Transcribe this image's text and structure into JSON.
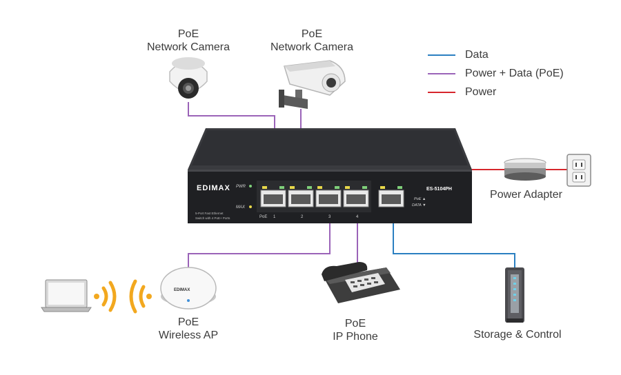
{
  "legend": {
    "items": [
      {
        "label": "Data",
        "color": "#2a7fc1"
      },
      {
        "label": "Power + Data (PoE)",
        "color": "#9a63b8"
      },
      {
        "label": "Power",
        "color": "#d6262c"
      }
    ]
  },
  "devices": {
    "camera_dome": {
      "line1": "PoE",
      "line2": "Network Camera"
    },
    "camera_bullet": {
      "line1": "PoE",
      "line2": "Network Camera"
    },
    "wireless_ap": {
      "line1": "PoE",
      "line2": "Wireless AP"
    },
    "ip_phone": {
      "line1": "PoE",
      "line2": "IP Phone"
    },
    "storage": {
      "label": "Storage & Control"
    },
    "power_adapter": {
      "label": "Power Adapter"
    }
  },
  "switch": {
    "brand": "EDIMAX",
    "model": "ES-5104PH",
    "pwr_label": "PWR",
    "max_label": "MAX",
    "desc_line1": "5-Port Fast Ethernet",
    "desc_line2": "Switch with 4 PoE+ Ports",
    "poe_label": "PoE",
    "port_numbers": [
      "1",
      "2",
      "3",
      "4"
    ],
    "poe_indicator": "PoE ▲",
    "data_indicator": "DATA ▼",
    "ap_brand": "EDIMAX"
  }
}
